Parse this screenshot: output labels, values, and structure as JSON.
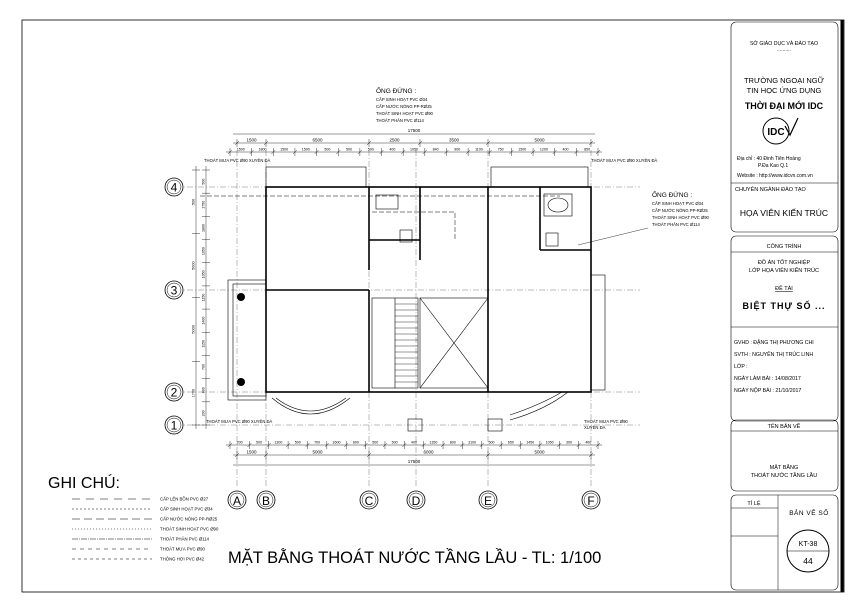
{
  "drawing_title": "MẶT BẰNG THOÁT NƯỚC TẦNG LẦU - TL: 1/100",
  "legend": {
    "title": "GHI CHÚ:",
    "items": [
      "CẤP LÊN BỒN PVC Ø27",
      "CẤP SINH HOẠT PVC Ø34",
      "CẤP NƯỚC NÓNG PP-RØ25",
      "THOÁT SINH HOẠT PVC Ø90",
      "THOÁT PHÂN PVC Ø114",
      "THOÁT MƯA PVC Ø90",
      "THÔNG HƠI PVC Ø42"
    ]
  },
  "riser_top": {
    "title": "ỐNG ĐỨNG :",
    "lines": [
      "CẤP SINH HOẠT PVC Ø34",
      "CẤP NƯỚC NÓNG PP-RØ25",
      "THOÁT SINH HOẠT PVC Ø90",
      "THOÁT PHÂN PVC Ø114"
    ]
  },
  "riser_right": {
    "title": "ỐNG ĐỨNG :",
    "lines": [
      "CẤP SINH HOẠT PVC Ø34",
      "CẤP NƯỚC NÓNG PP-RØ25",
      "THOÁT SINH HOẠT PVC Ø90",
      "THOÁT PHÂN PVC Ø114"
    ]
  },
  "rain_notes": {
    "top_left": "THOÁT MƯA PVC Ø90 XUYÊN ĐÀ",
    "top_right": "THOÁT MƯA PVC Ø90 XUYÊN ĐÀ",
    "bottom_left": "THOÁT MƯA PVC Ø90 XUYÊN ĐÀ",
    "bottom_right_1": "THOÁT MƯA PVC Ø90",
    "bottom_right_2": "XUYÊN ĐÀ"
  },
  "axes": {
    "columns": [
      "A",
      "B",
      "C",
      "D",
      "E",
      "F"
    ],
    "rows": [
      "4",
      "3",
      "2",
      "1"
    ]
  },
  "dims": {
    "top_total": "17500",
    "top_mid": [
      "1500",
      "6500",
      "2500",
      "3500",
      "5000"
    ],
    "top_detail": [
      "1500",
      "1800",
      "1500",
      "1500",
      "500",
      "500",
      "500",
      "400",
      "1050",
      "840",
      "900",
      "1100",
      "750",
      "1500",
      "1200",
      "400",
      "850"
    ],
    "bottom_detail": [
      "200",
      "500",
      "1300",
      "500",
      "700",
      "1600",
      "600",
      "500",
      "500",
      "400",
      "1350",
      "800",
      "3100",
      "500",
      "650",
      "1450",
      "1050",
      "300",
      "400"
    ],
    "bottom_mid": [
      "1500",
      "5000",
      "6000",
      "5000"
    ],
    "bottom_total": "17500",
    "left_outer": [
      "500",
      "5000",
      "5000",
      "1700"
    ],
    "left_inner": [
      "500",
      "1750",
      "1800",
      "1050",
      "1050",
      "1150",
      "1400",
      "1150",
      "700",
      "800",
      "200"
    ]
  },
  "title_block": {
    "dept": "SỞ GIÁO DỤC VÀ ĐÀO TẠO",
    "dots": "..........",
    "school_1": "TRƯỜNG NGOẠI NGỮ",
    "school_2": "TIN HỌC ỨNG DỤNG",
    "slogan": "THỜI ĐẠI MỚI IDC",
    "logo": "IDC",
    "address_1": "Địa chỉ   : 40 Đinh Tiên Hoàng",
    "address_2": "P.Đa Kao      Q.1",
    "website": "Website : http://www.idcvn.com.vn",
    "major_label": "CHUYÊN NGÀNH ĐÀO TẠO",
    "major": "HỌA VIÊN KIẾN TRÚC",
    "project_label": "CÔNG TRÌNH",
    "project_1": "ĐỒ ÁN TỐT NGHIỆP",
    "project_2": "LỚP HỌA VIÊN KIẾN TRÚC",
    "topic_label": "ĐỀ TÀI",
    "topic": "BIỆT THỰ SỐ ...",
    "gvhd": "GVHD   : ĐẶNG THỊ PHƯƠNG CHI",
    "svth": "SVTH   : NGUYỄN THỊ TRÚC LINH",
    "lop": "LỚP      :",
    "ngay_lam": "NGÀY LÀM BÀI   : 14/08/2017",
    "ngay_nop": "NGÀY NỘP BÀI   : 21/10/2017",
    "sheet_name_label": "TÊN BẢN VẼ",
    "sheet_name_1": "MẶT BẰNG",
    "sheet_name_2": "THOÁT NƯỚC TẦNG LẦU",
    "scale_label": "TỈ LỆ",
    "sheet_no_label": "BẢN VẼ SỐ",
    "sheet_code": "KT-38",
    "sheet_no": "44"
  }
}
